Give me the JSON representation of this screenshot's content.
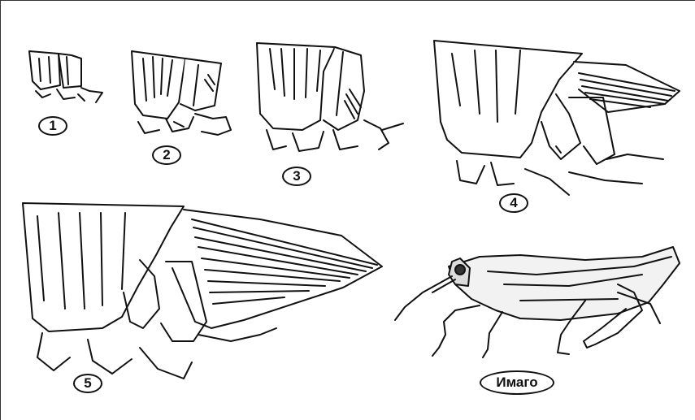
{
  "stages": [
    {
      "label": "1"
    },
    {
      "label": "2"
    },
    {
      "label": "3"
    },
    {
      "label": "4"
    },
    {
      "label": "5"
    }
  ],
  "adult": {
    "label": "Имаго"
  },
  "ink_color": "#111111"
}
